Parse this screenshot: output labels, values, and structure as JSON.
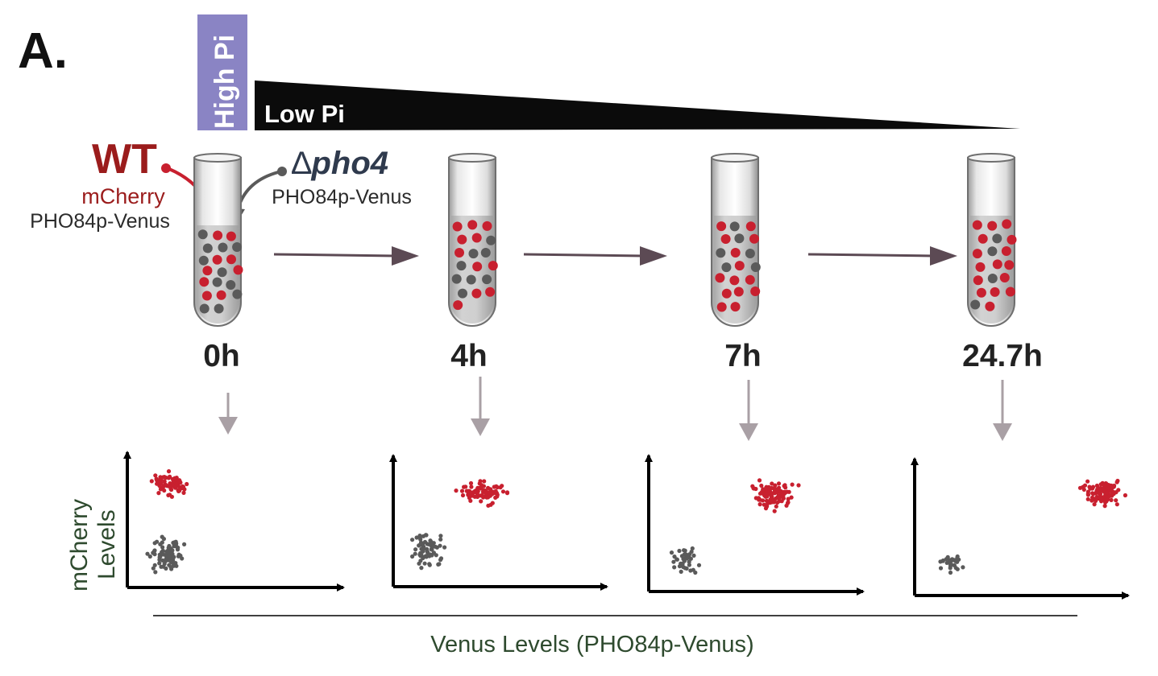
{
  "panel_label": "A.",
  "high_pi_label": "High Pi",
  "low_pi_label": "Low Pi",
  "strains": {
    "wt": {
      "name": "WT",
      "line1": "mCherry",
      "line2": "PHO84p-Venus"
    },
    "pho4": {
      "prefix": "∆",
      "name": "pho4",
      "line1": "PHO84p-Venus"
    }
  },
  "timepoints": [
    "0h",
    "4h",
    "7h",
    "24.7h"
  ],
  "axes": {
    "y_line1": "mCherry",
    "y_line2": "Levels",
    "x_label": "Venus Levels (PHO84p-Venus)"
  },
  "colors": {
    "wt": "#c8202f",
    "pho4": "#5a5a5a",
    "high_pi": "#8a84c4",
    "wt_text": "#9b1c1c",
    "pho4_text": "#2f3a4d",
    "axis_label": "#2e4a2e",
    "arrow": "#5c4a54",
    "down_arrow": "#a9a0a5"
  }
}
